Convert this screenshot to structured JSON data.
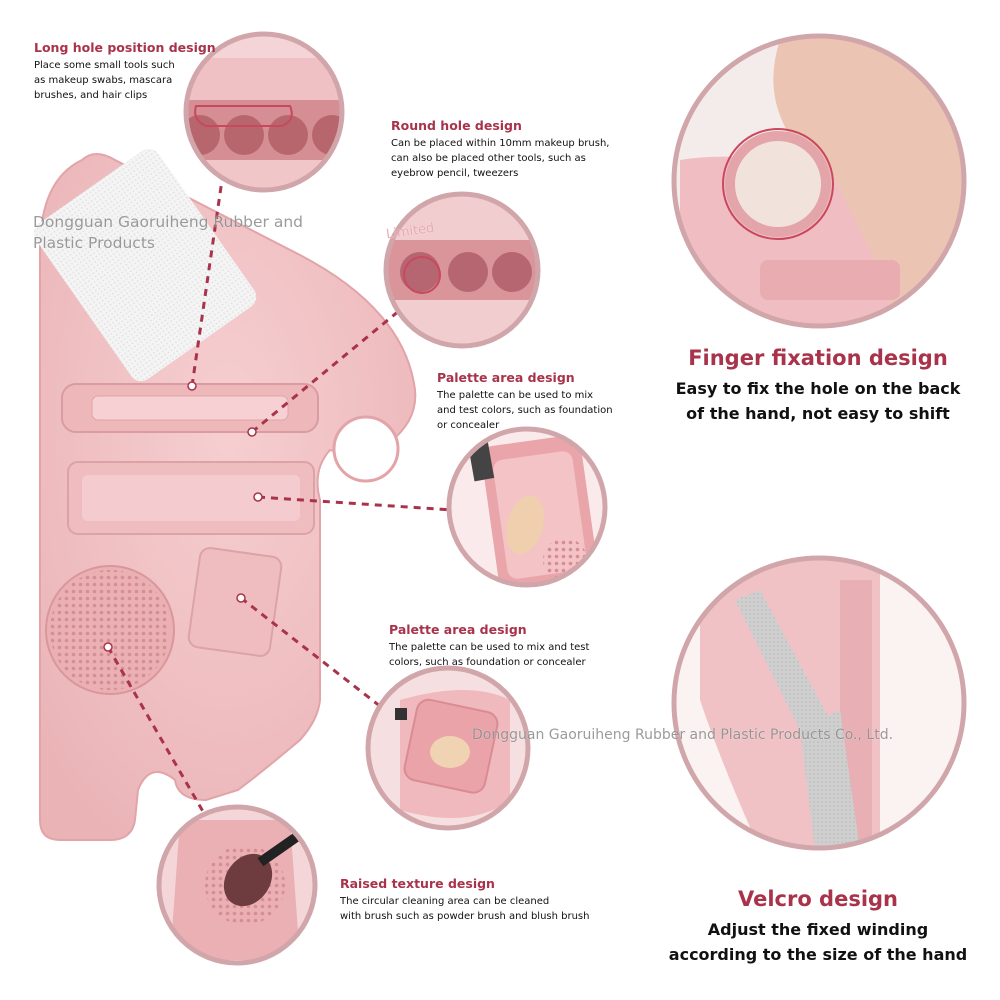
{
  "features": [
    {
      "title": "Long hole position design",
      "desc": [
        "Place some small tools such",
        "as makeup swabs, mascara",
        "brushes, and hair clips"
      ]
    },
    {
      "title": "Round hole design",
      "desc": [
        "Can be placed within 10mm makeup brush,",
        "can also be placed other tools, such as",
        "eyebrow pencil, tweezers"
      ]
    },
    {
      "title": "Palette area design",
      "desc": [
        "The palette can be used to mix",
        "and test colors, such as foundation",
        "or concealer"
      ]
    },
    {
      "title": "Palette area design",
      "desc": [
        "The palette can be used to mix and test",
        "colors, such as foundation or concealer"
      ]
    },
    {
      "title": "Raised texture design",
      "desc": [
        "The circular cleaning area can be cleaned",
        "with brush such as powder brush and blush brush"
      ]
    }
  ],
  "highlights": [
    {
      "title": "Finger fixation design",
      "desc": [
        "Easy to fix the hole on the back",
        "of the hand, not easy to shift"
      ]
    },
    {
      "title": "Velcro design",
      "desc": [
        "Adjust the fixed winding",
        "according to the size of the hand"
      ]
    }
  ],
  "watermarks": {
    "left": [
      "Dongguan Gaoruiheng Rubber and",
      "Plastic Products"
    ],
    "right": "Dongguan Gaoruiheng Rubber and Plastic Products Co., Ltd.",
    "tag": "Limited"
  },
  "colors": {
    "accent": "#a8334a",
    "silicone": "#f2c3c5",
    "silicone_dark": "#e3a9ad",
    "ring": "#c9485e"
  }
}
